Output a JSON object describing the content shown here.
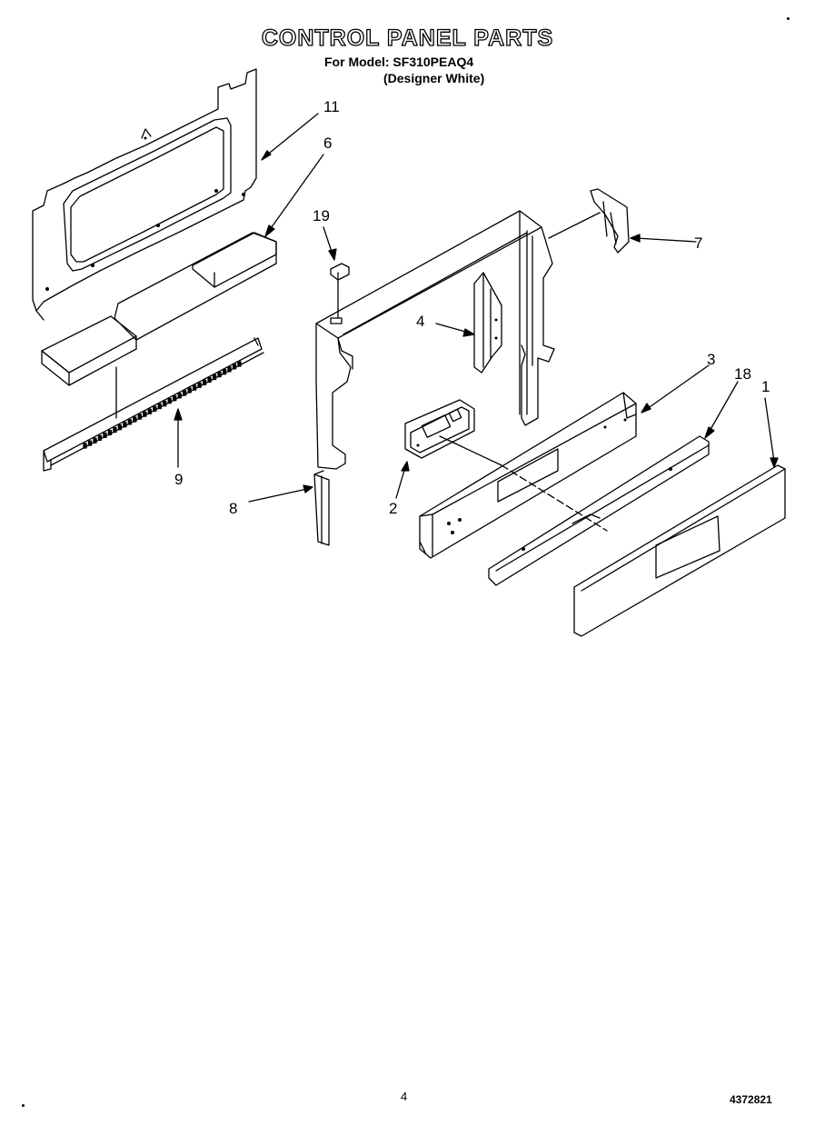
{
  "header": {
    "title": "CONTROL PANEL PARTS",
    "model_line": "For Model: SF310PEAQ4",
    "finish_line": "(Designer White)"
  },
  "callouts": {
    "p11": "11",
    "p6": "6",
    "p19": "19",
    "p7": "7",
    "p4": "4",
    "p3": "3",
    "p18": "18",
    "p1": "1",
    "p9": "9",
    "p8": "8",
    "p2": "2"
  },
  "footer": {
    "page_number": "4",
    "doc_number": "4372821"
  }
}
